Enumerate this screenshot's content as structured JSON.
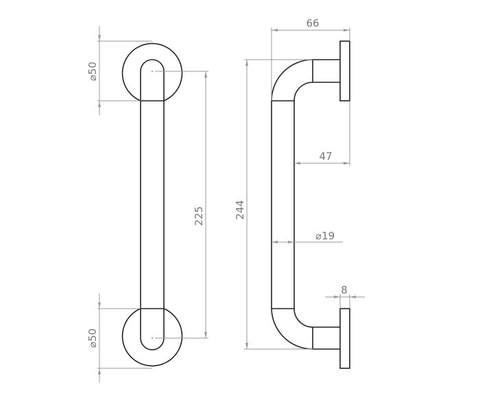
{
  "drawing": {
    "front_view": {
      "rosette_diameter_top": "⌀50",
      "rosette_diameter_bottom": "⌀50",
      "centre_distance": "225"
    },
    "side_view": {
      "projection": "66",
      "overall_height": "244",
      "clearance": "47",
      "tube_diameter": "⌀19",
      "flange_thickness": "8"
    }
  }
}
